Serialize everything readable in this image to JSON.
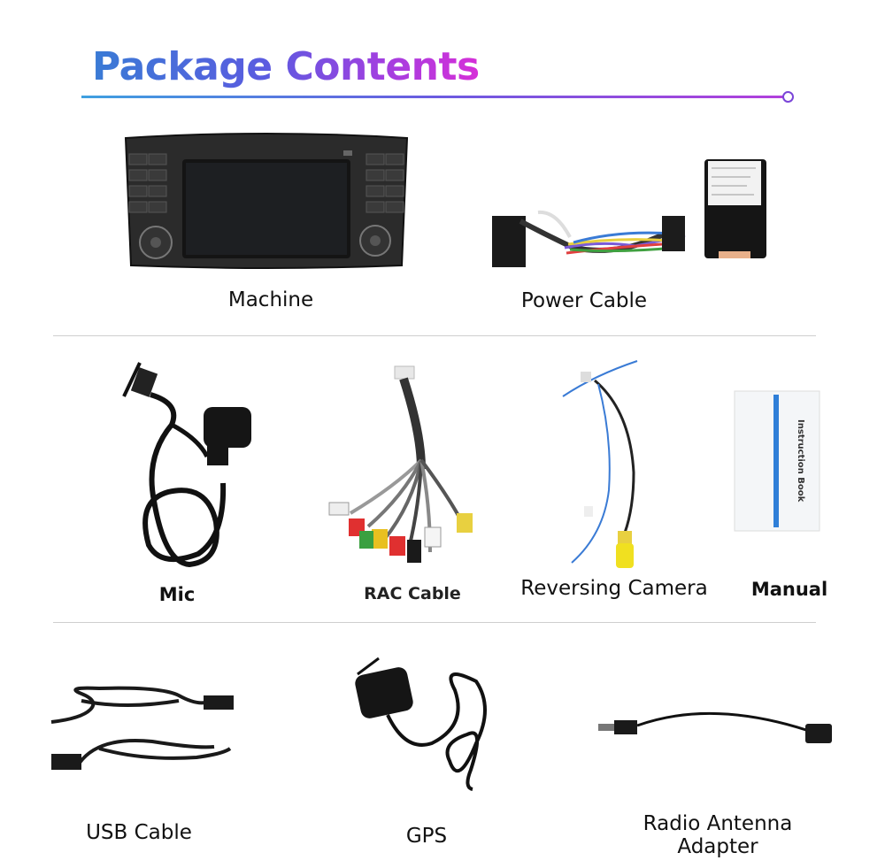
{
  "header": {
    "title": "Package Contents"
  },
  "items": {
    "machine": "Machine",
    "power_cable": "Power Cable",
    "mic": "Mic",
    "rac_cable": "RAC Cable",
    "reversing_camera": "Reversing  Camera",
    "manual": "Manual",
    "usb_cable": "USB Cable",
    "gps": "GPS",
    "radio_antenna_line1": "Radio Antenna",
    "radio_antenna_line2": "Adapter"
  },
  "manual_cover_text": "Instruction Book",
  "colors": {
    "title_start": "#3a7bd5",
    "title_end": "#d62fd8",
    "cable": "#111111"
  },
  "icons": [
    "car-stereo-image",
    "power-harness-image",
    "mic-image",
    "rca-cable-image",
    "camera-cable-image",
    "manual-book-image",
    "usb-cable-image",
    "gps-antenna-image",
    "antenna-adapter-image"
  ]
}
